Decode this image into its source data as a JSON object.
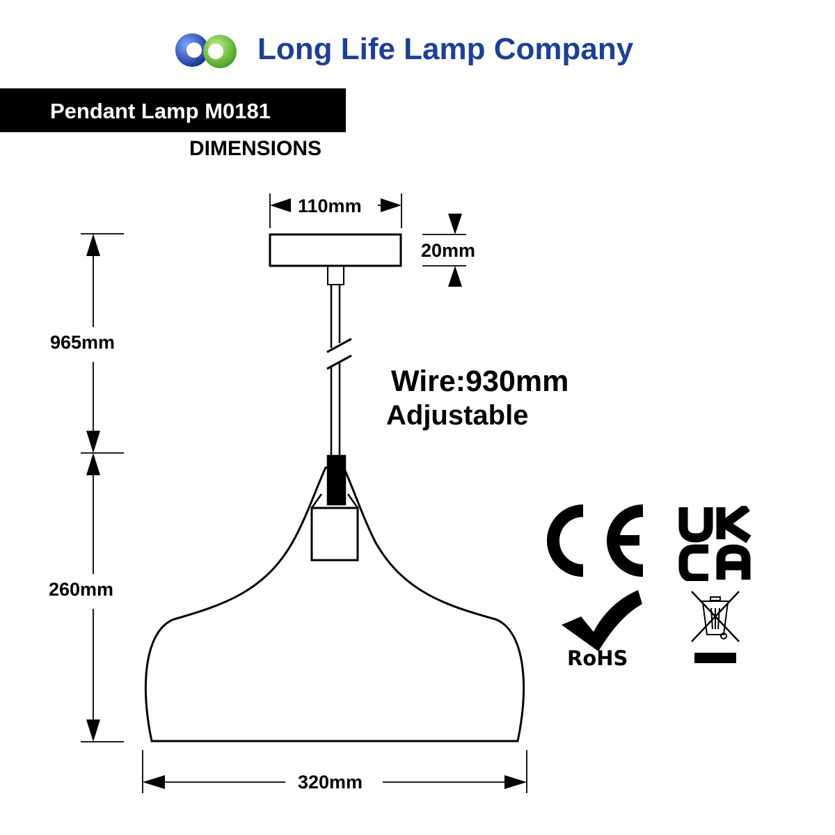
{
  "header": {
    "company_name": "Long Life Lamp Company",
    "brand_colors": {
      "blue": "#1f3f95",
      "logo_blue": "#1e4fb0",
      "logo_green": "#5bc236"
    }
  },
  "title_bar": {
    "product": "Pendant Lamp M0181",
    "subtitle": "DIMENSIONS"
  },
  "dimensions": {
    "canopy_width": "110mm",
    "canopy_height": "20mm",
    "drop": "965mm",
    "shade_height": "260mm",
    "shade_width": "320mm"
  },
  "wire": {
    "label": "Wire:930mm",
    "note": "Adjustable"
  },
  "certifications": {
    "rohs_label": "RoHS",
    "icons": [
      "ce-mark-icon",
      "ukca-mark-icon",
      "rohs-check-icon",
      "weee-crossed-bin-icon"
    ]
  }
}
